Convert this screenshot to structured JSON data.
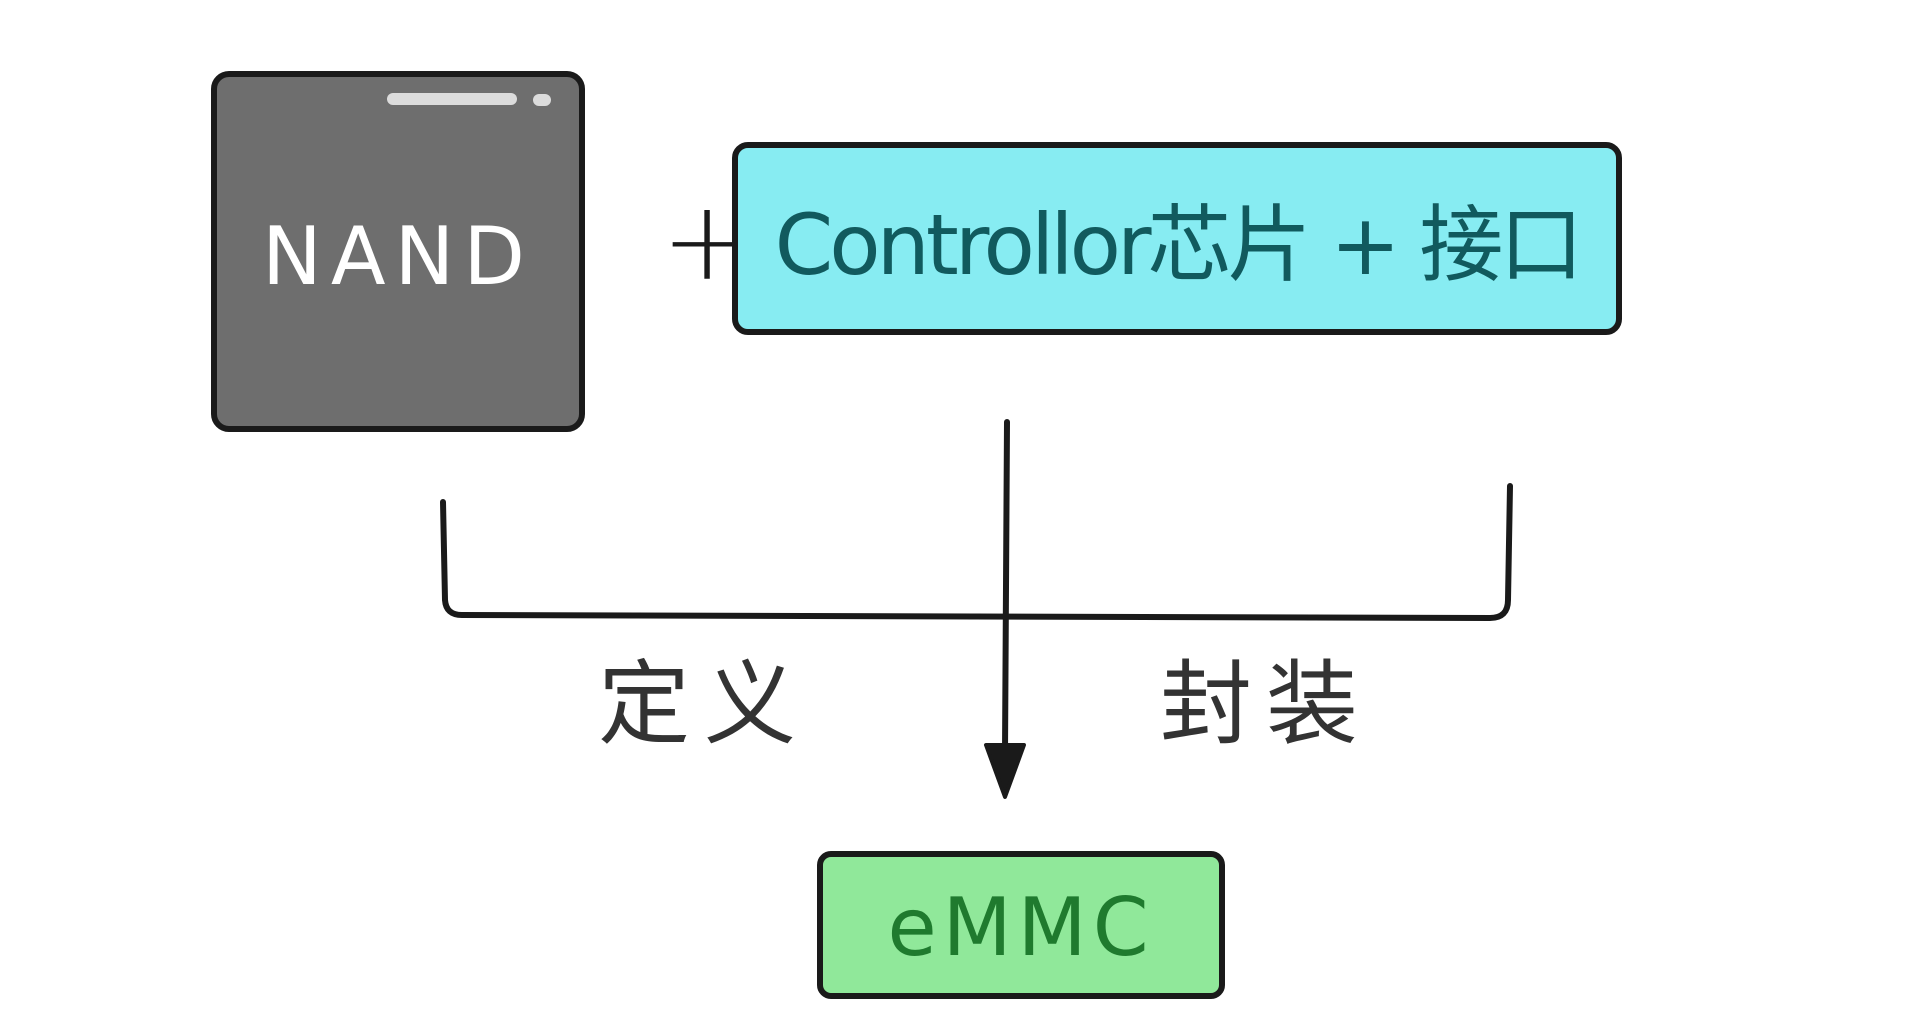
{
  "diagram": {
    "nand_label": "NAND",
    "plus_sign": "+",
    "controller_label": "Controllor芯片 + 接口",
    "define_label": "定义",
    "package_label": "封装",
    "emmc_label": "eMMC"
  },
  "colors": {
    "nand_fill": "#6e6e6e",
    "controller_fill": "#87ecf2",
    "controller_text": "#115a5e",
    "emmc_fill": "#90e89a",
    "emmc_text": "#1f7a2e",
    "stroke": "#1a1a1a"
  }
}
